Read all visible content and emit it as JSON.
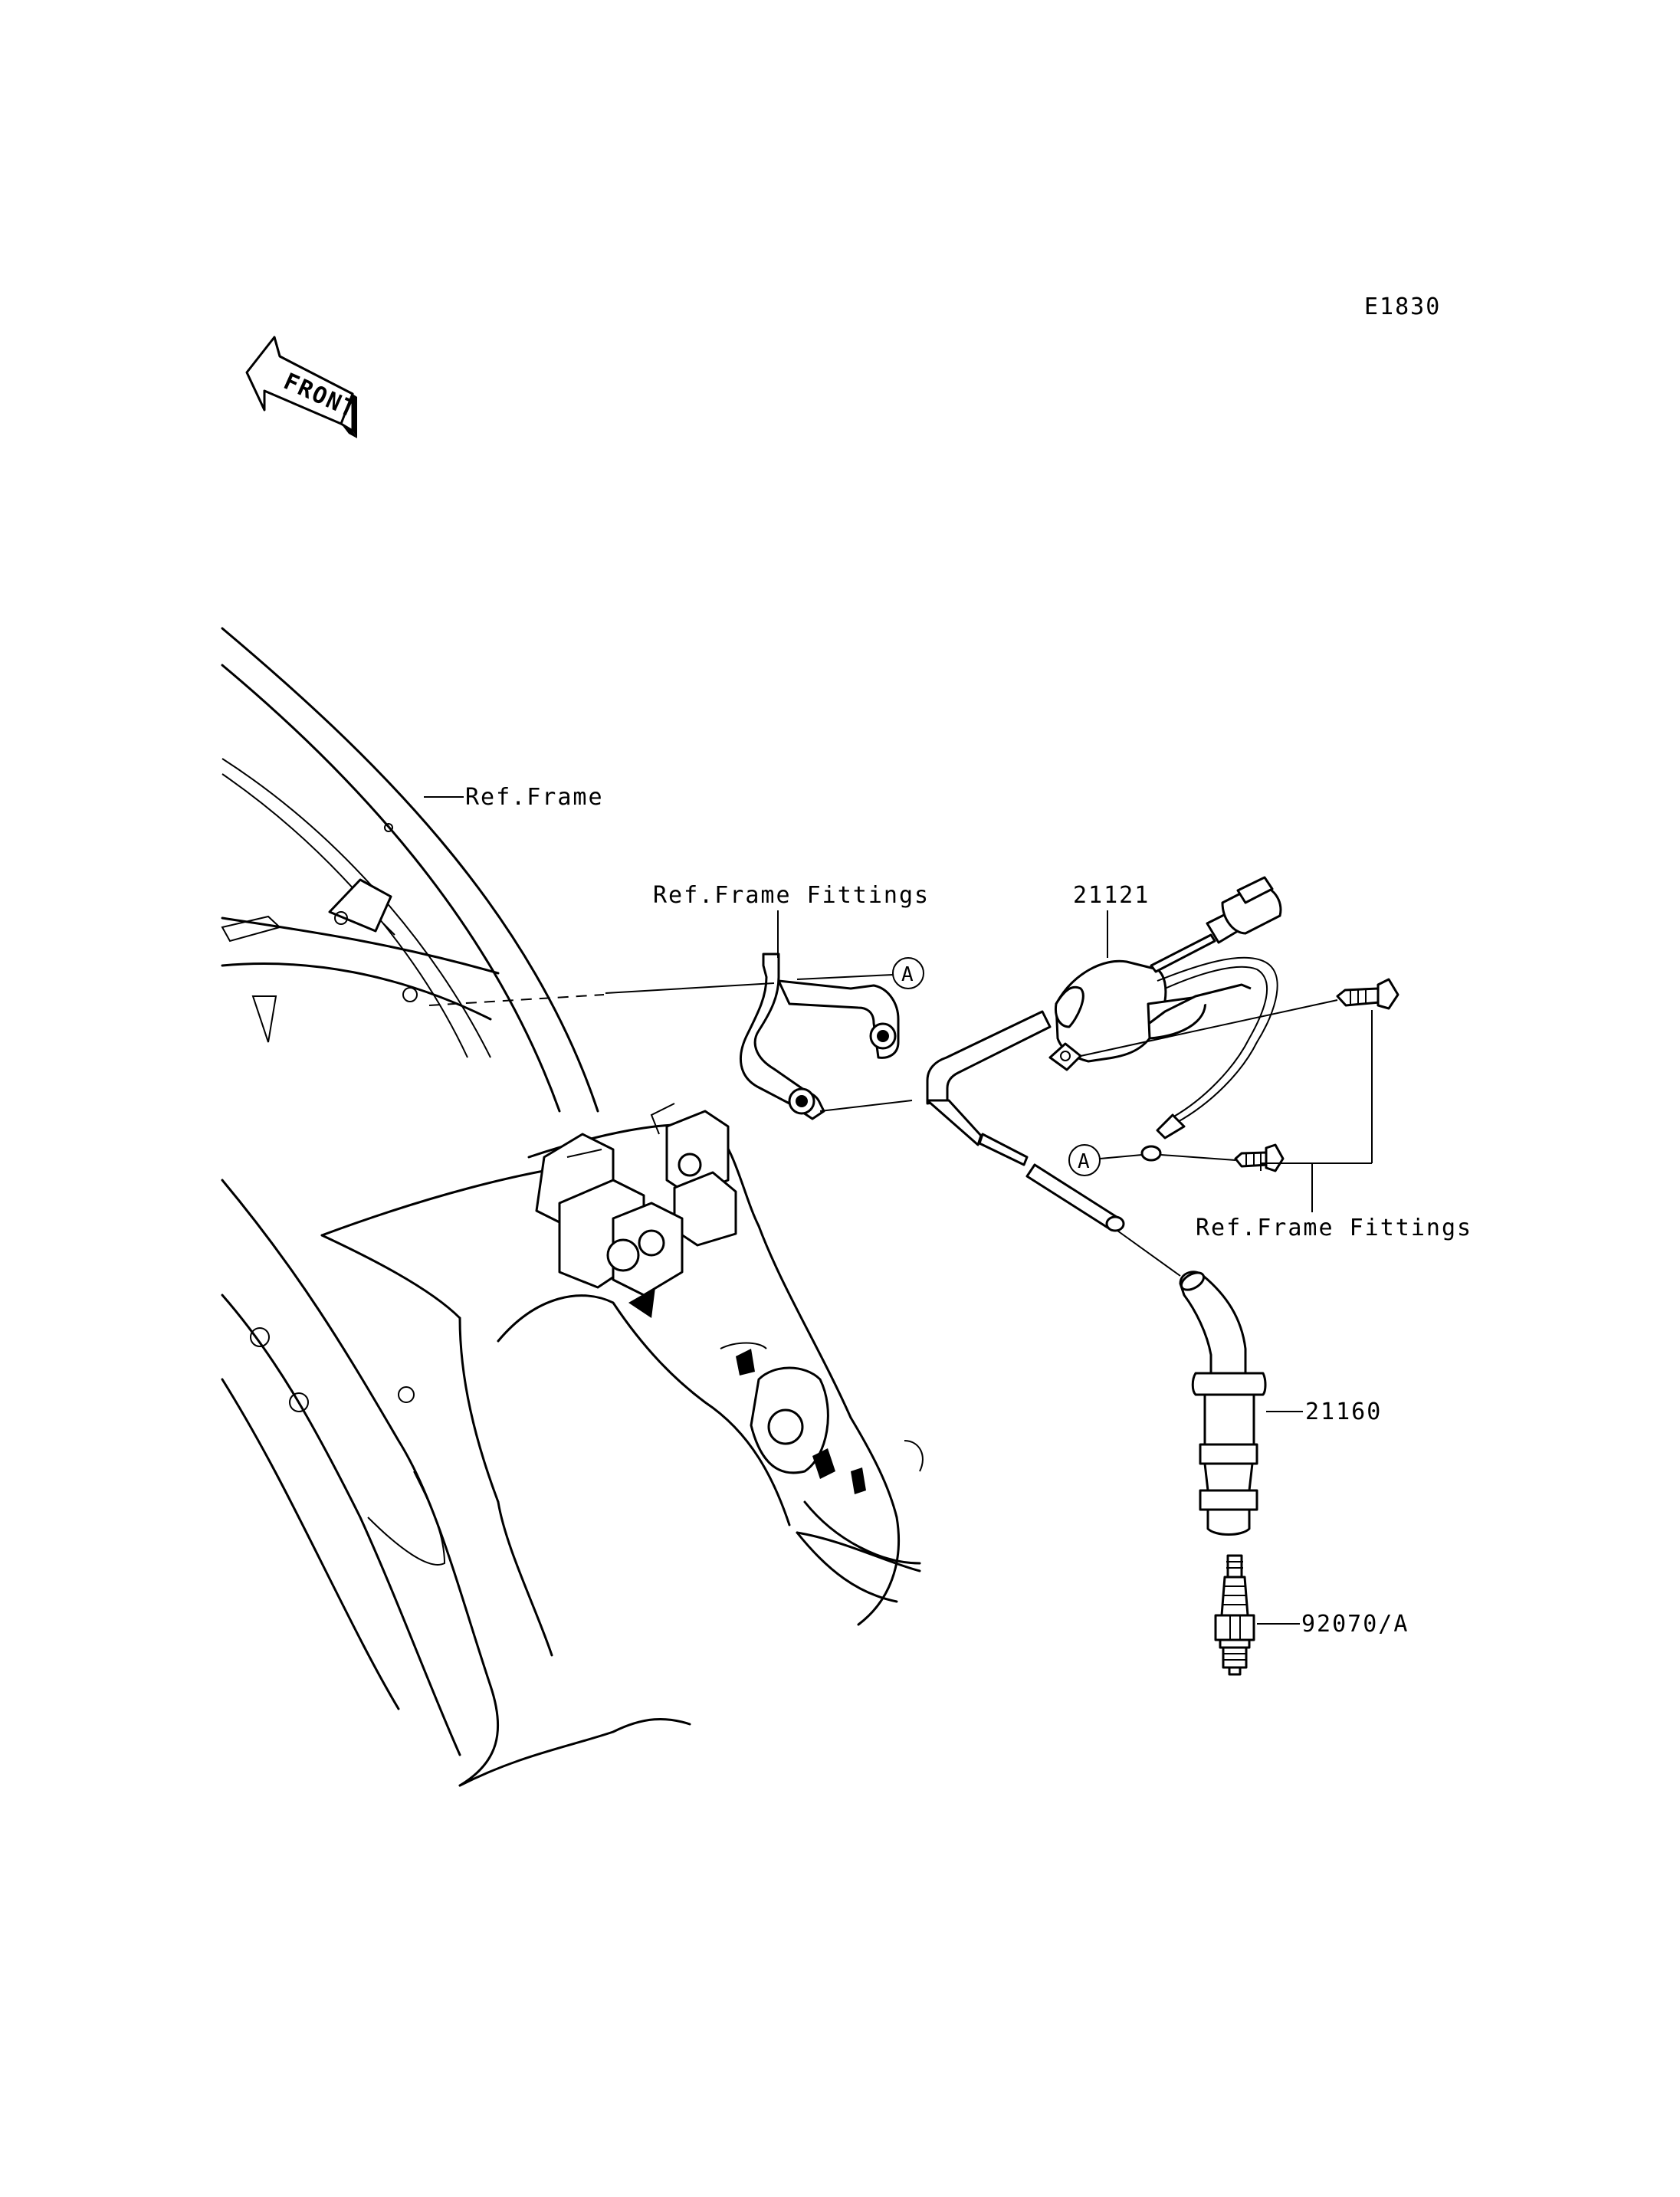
{
  "diagram_code": "E1830",
  "front_arrow": {
    "label": "FRONT",
    "icon": "front-direction-arrow-icon"
  },
  "callouts": {
    "ref_frame": "Ref.Frame",
    "ref_frame_fittings_bracket": "Ref.Frame Fittings",
    "ref_frame_fittings_bolts": "Ref.Frame Fittings",
    "ignition_coil": "21121",
    "plug_cap": "21160",
    "spark_plug": "92070/A"
  },
  "reference_markers": {
    "marker_bracket": "A",
    "marker_ground": "A"
  }
}
